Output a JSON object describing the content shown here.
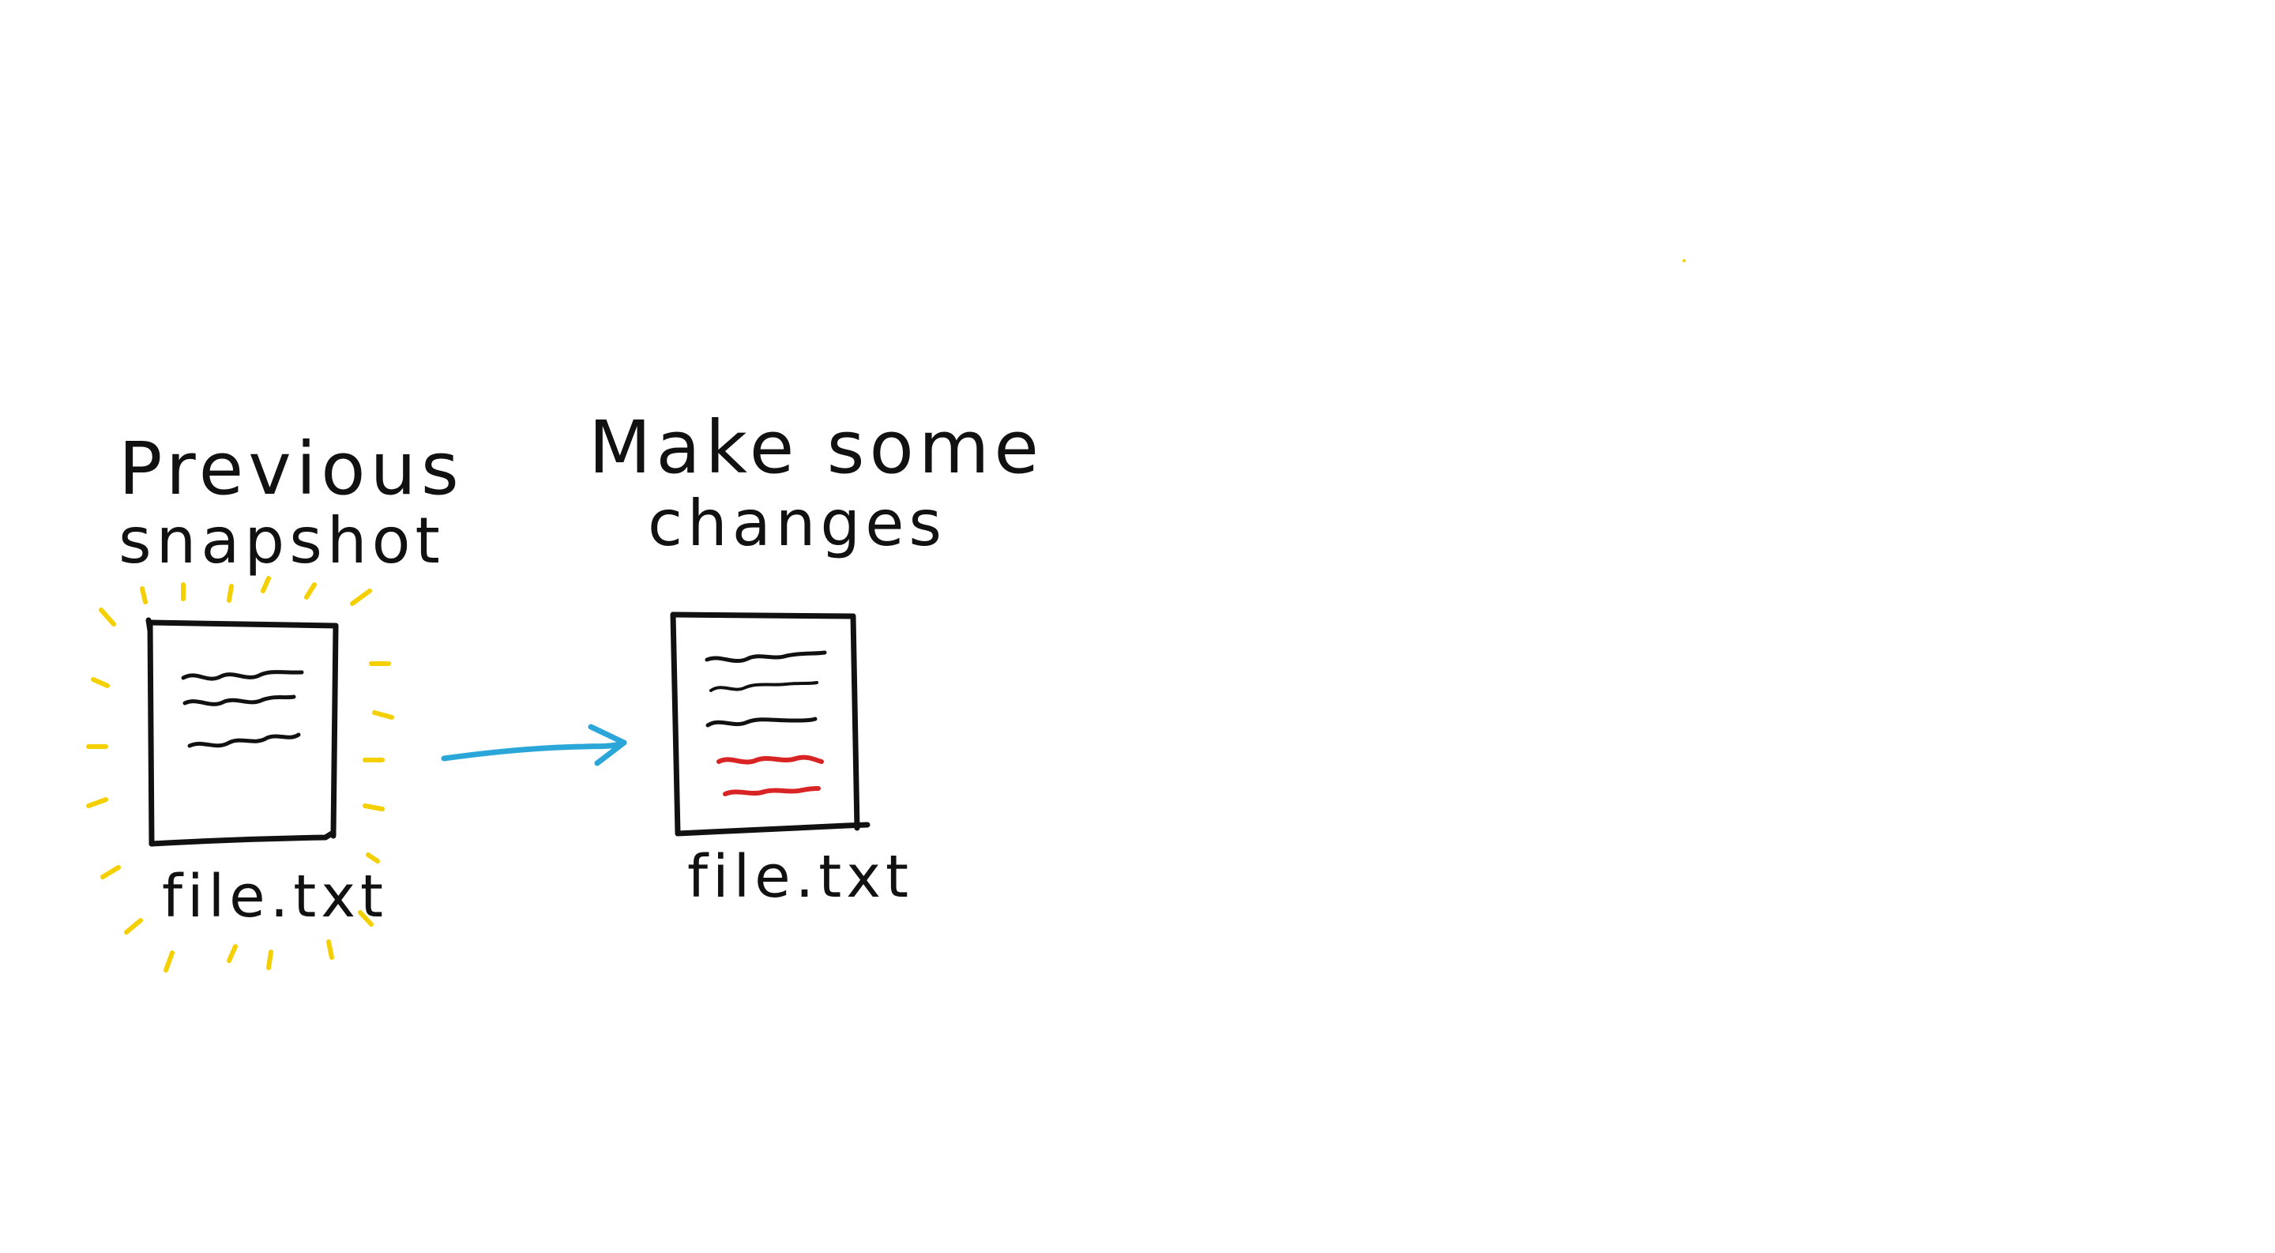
{
  "colors": {
    "ink": "#111111",
    "glow": "#f5d000",
    "arrow": "#2aa7d8",
    "change": "#d82424",
    "background": "#ffffff"
  },
  "previous": {
    "title_line1": "Previous",
    "title_line2": "snapshot",
    "filename": "file.txt",
    "icon": "document-icon"
  },
  "changed": {
    "title_line1": "Make some",
    "title_line2": "changes",
    "filename": "file.txt",
    "icon": "document-icon"
  },
  "transition": {
    "icon": "arrow-right-icon"
  }
}
